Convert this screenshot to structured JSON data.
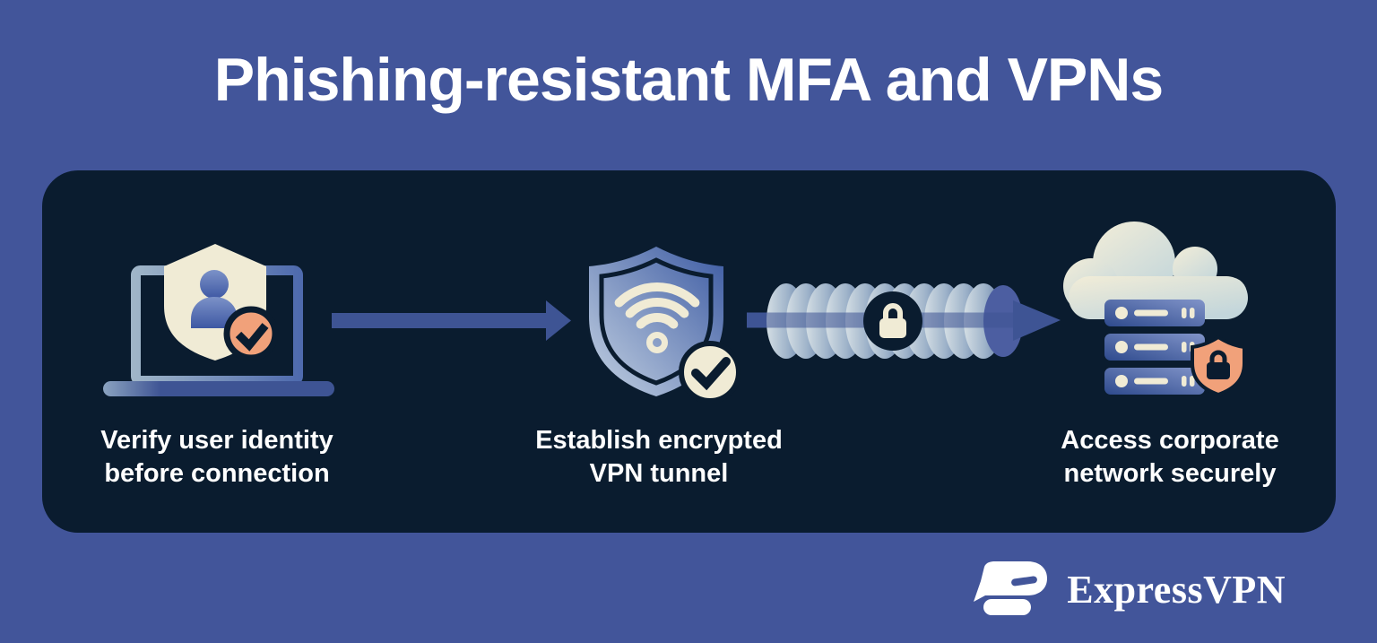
{
  "title": "Phishing-resistant MFA and VPNs",
  "steps": [
    {
      "icon": "laptop-identity-check-icon",
      "line1": "Verify user identity",
      "line2": "before connection"
    },
    {
      "icon": "vpn-shield-wifi-check-icon",
      "line1": "Establish encrypted",
      "line2": "VPN tunnel"
    },
    {
      "icon": "cloud-servers-lock-shield-icon",
      "line1": "Access corporate",
      "line2": "network securely"
    }
  ],
  "connectors": [
    {
      "icon": "arrow-right-icon"
    },
    {
      "icon": "encrypted-tunnel-arrow-icon"
    }
  ],
  "brand": {
    "wordmark": "ExpressVPN",
    "icon": "expressvpn-logo-icon"
  },
  "colors": {
    "background": "#42559A",
    "panel": "#0A1C2F",
    "arrow_blue": "#3E5494",
    "orange": "#F1A17A",
    "cream": "#F0EBD5",
    "text": "#FFFFFF"
  }
}
